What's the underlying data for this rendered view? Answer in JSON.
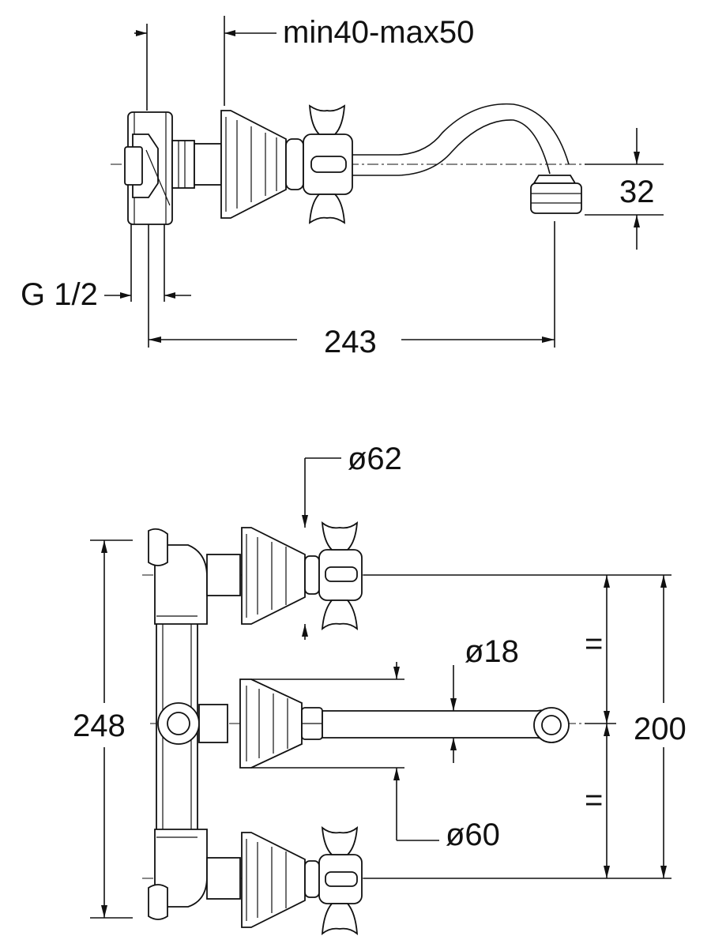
{
  "side_view": {
    "wall_depth": "min40-max50",
    "thread": "G 1/2",
    "projection": "243",
    "spout_height": "32"
  },
  "front_view": {
    "rosette_diameter": "ø62",
    "spout_diameter": "ø18",
    "center_rosette_diameter": "ø60",
    "overall_height": "248",
    "handle_spacing": "200",
    "equal_spacing_upper": "=",
    "equal_spacing_lower": "="
  }
}
